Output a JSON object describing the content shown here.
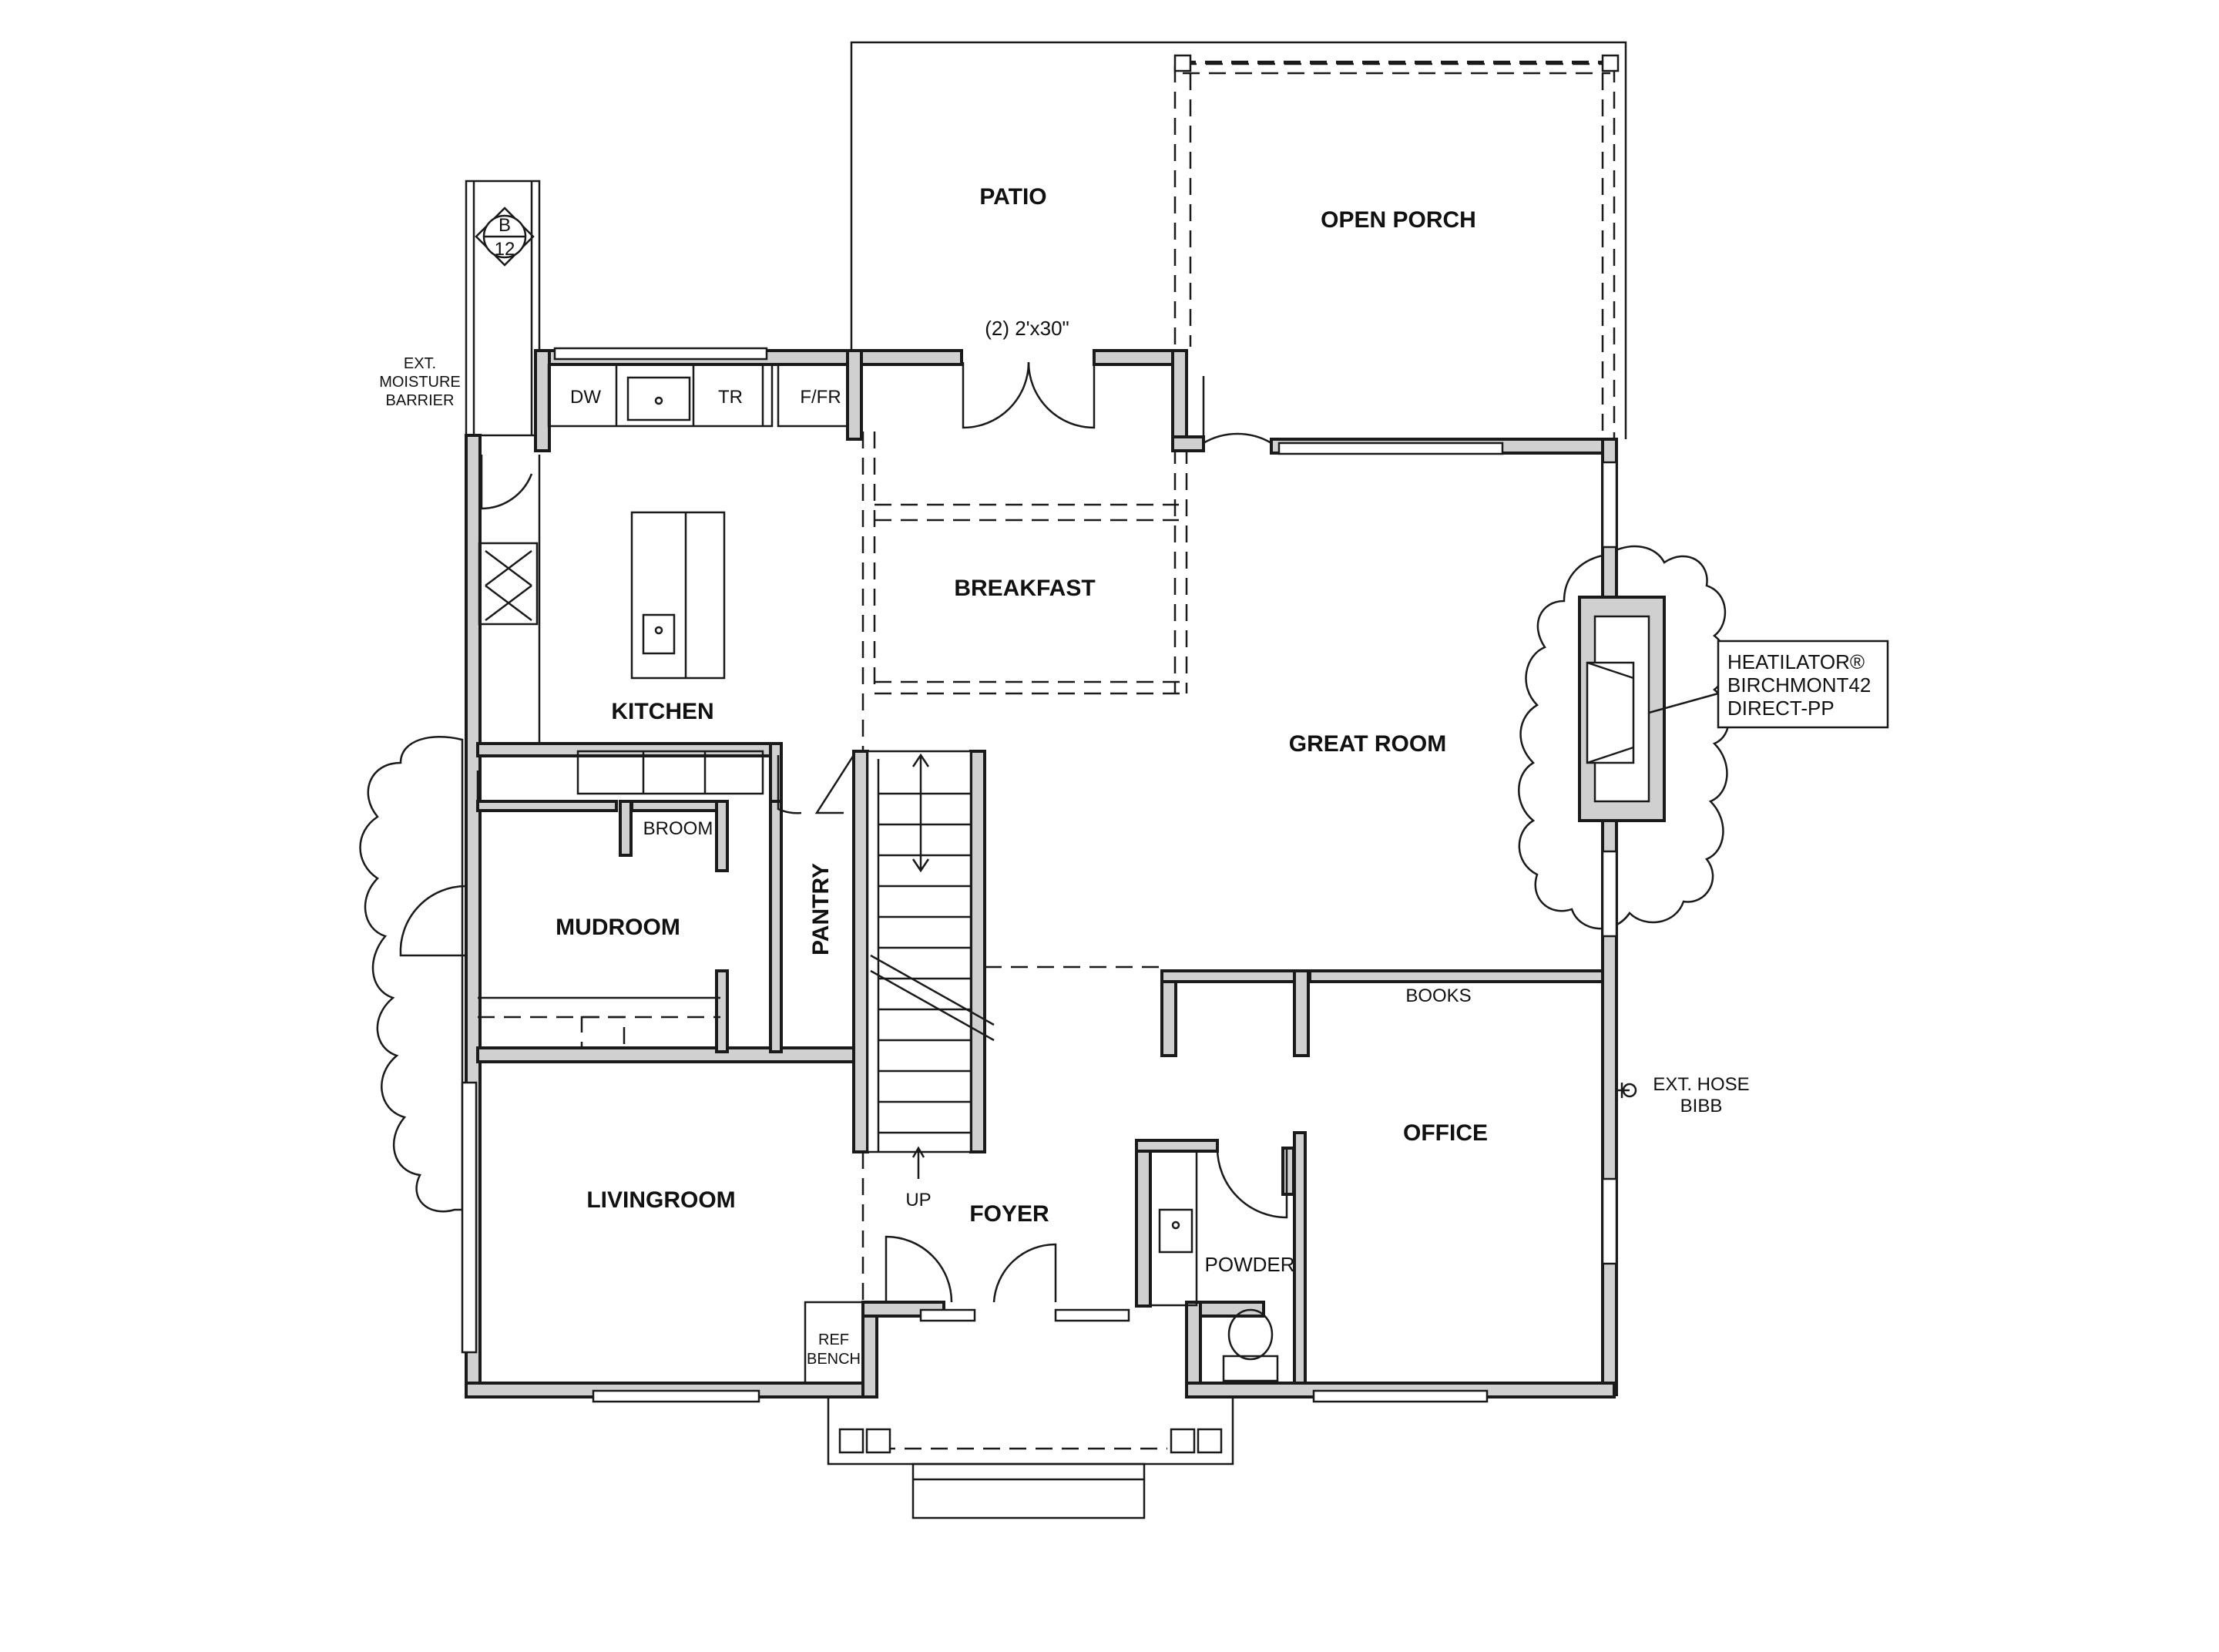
{
  "rooms": {
    "patio": "PATIO",
    "open_porch": "OPEN PORCH",
    "breakfast": "BREAKFAST",
    "kitchen": "KITCHEN",
    "great_room": "GREAT ROOM",
    "mudroom": "MUDROOM",
    "pantry": "PANTRY",
    "broom": "BROOM",
    "books": "BOOKS",
    "office": "OFFICE",
    "livingroom": "LIVINGROOM",
    "foyer": "FOYER",
    "powder": "POWDER"
  },
  "appliances": {
    "dw": "DW",
    "tr": "TR",
    "ffr": "F/FR",
    "ref_bench_1": "REF",
    "ref_bench_2": "BENCH"
  },
  "stair": {
    "up": "UP"
  },
  "door_note": "(2) 2'x30\"",
  "section_marker": {
    "letter": "B",
    "sheet": "12"
  },
  "notes": {
    "moisture_1": "EXT.",
    "moisture_2": "MOISTURE",
    "moisture_3": "BARRIER",
    "hose_1": "EXT. HOSE",
    "hose_2": "BIBB"
  },
  "fireplace_callout": {
    "line1": "HEATILATOR®",
    "line2": "BIRCHMONT42",
    "line3": "DIRECT-PP"
  },
  "colors": {
    "wall_fill": "#d0d0d0",
    "line": "#1a1a1a",
    "background": "#ffffff"
  }
}
